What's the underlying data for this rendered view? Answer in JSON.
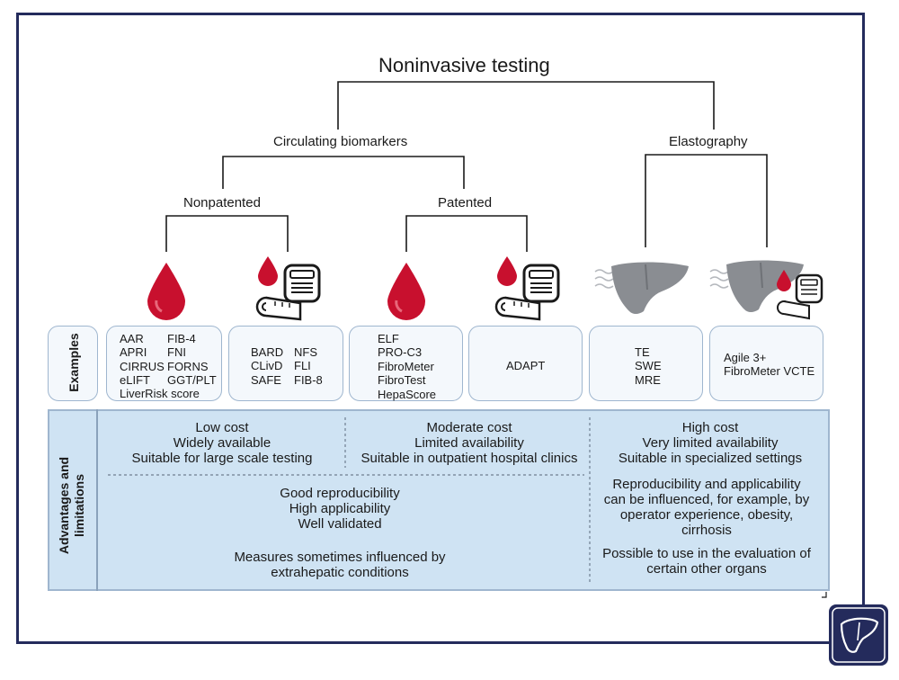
{
  "title": "Noninvasive testing",
  "branches": {
    "circulating": "Circulating biomarkers",
    "elastography": "Elastography",
    "nonpatented": "Nonpatented",
    "patented": "Patented"
  },
  "examples_label": "Examples",
  "advantages_label_line1": "Advantages and",
  "advantages_label_line2": "limitations",
  "examples": {
    "nonpatented_blood": {
      "col1": [
        "AAR",
        "APRI",
        "CIRRUS",
        "eLIFT"
      ],
      "col2": [
        "FIB-4",
        "FNI",
        "FORNS",
        "GGT/PLT"
      ],
      "last": "LiverRisk score"
    },
    "nonpatented_blood_clinical": {
      "col1": [
        "BARD",
        "CLivD",
        "SAFE"
      ],
      "col2": [
        "NFS",
        "FLI",
        "FIB-8"
      ]
    },
    "patented_blood": [
      "ELF",
      "PRO-C3",
      "FibroMeter",
      "FibroTest",
      "HepaScore"
    ],
    "patented_clinical": "ADAPT",
    "elastography": [
      "TE",
      "SWE",
      "MRE"
    ],
    "elastography_combined": [
      "Agile 3+",
      "FibroMeter VCTE"
    ]
  },
  "advantages": {
    "nonpatented": [
      "Low cost",
      "Widely available",
      "Suitable for large scale testing"
    ],
    "patented": [
      "Moderate cost",
      "Limited availability",
      "Suitable in outpatient hospital clinics"
    ],
    "biomarkers_shared": [
      "Good reproducibility",
      "High applicability",
      "Well validated"
    ],
    "biomarkers_note": [
      "Measures sometimes influenced by",
      "extrahepatic conditions"
    ],
    "elastography": [
      "High cost",
      "Very limited availability",
      "Suitable in specialized settings"
    ],
    "elastography_repro": [
      "Reproducibility and applicability",
      "can be influenced, for example, by",
      "operator experience, obesity,",
      "cirrhosis"
    ],
    "elastography_organs": [
      "Possible to use in the evaluation of",
      "certain other organs"
    ]
  },
  "colors": {
    "frame": "#242b5c",
    "panel": "#cfe3f3",
    "box_border": "#9fb6cf",
    "blood": "#c8102e",
    "liver": "#8a8d92"
  },
  "icons": [
    "blood-drop-icon",
    "scale-icon",
    "tape-measure-icon",
    "liver-icon",
    "journal-logo-icon"
  ]
}
